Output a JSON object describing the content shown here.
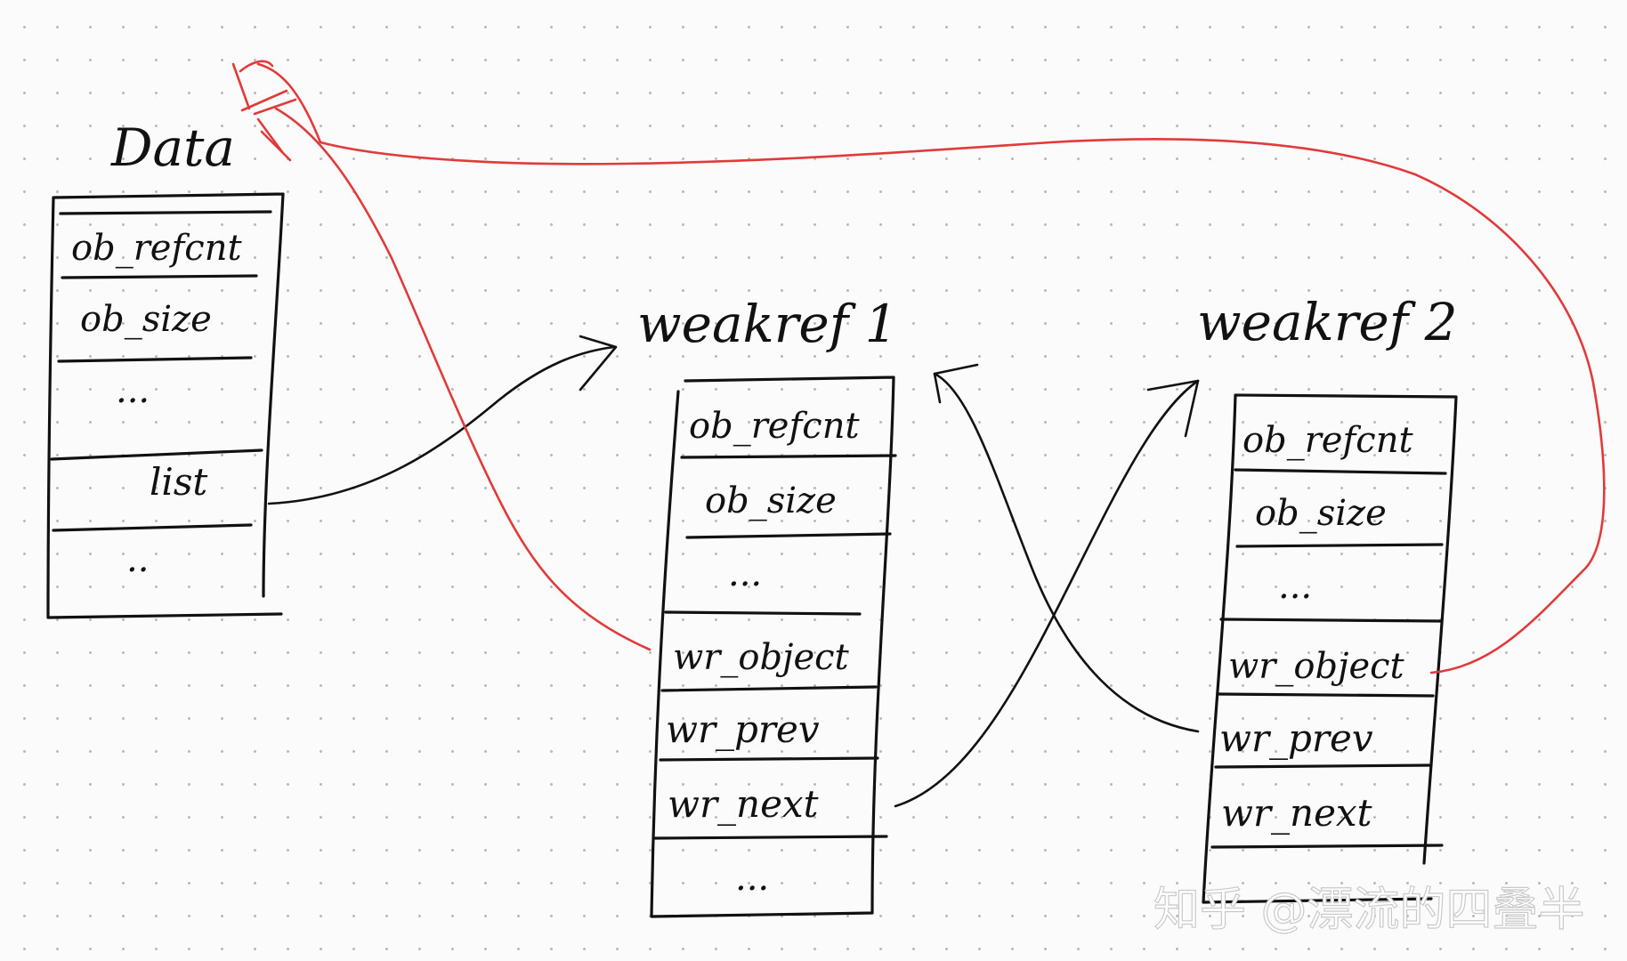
{
  "data_box": {
    "title": "Data",
    "fields": [
      "ob_refcnt",
      "ob_size",
      "...",
      "list",
      ".."
    ]
  },
  "weakref1": {
    "title": "weakref 1",
    "fields": [
      "ob_refcnt",
      "ob_size",
      "...",
      "wr_object",
      "wr_prev",
      "wr_next",
      "..."
    ]
  },
  "weakref2": {
    "title": "weakref 2",
    "fields": [
      "ob_refcnt",
      "ob_size",
      "...",
      "wr_object",
      "wr_prev",
      "wr_next"
    ]
  },
  "watermark": "知乎 @漂流的四叠半",
  "colors": {
    "ink": "#111111",
    "red_link": "#e23a3a",
    "grid_dot": "#b9b9b9"
  }
}
